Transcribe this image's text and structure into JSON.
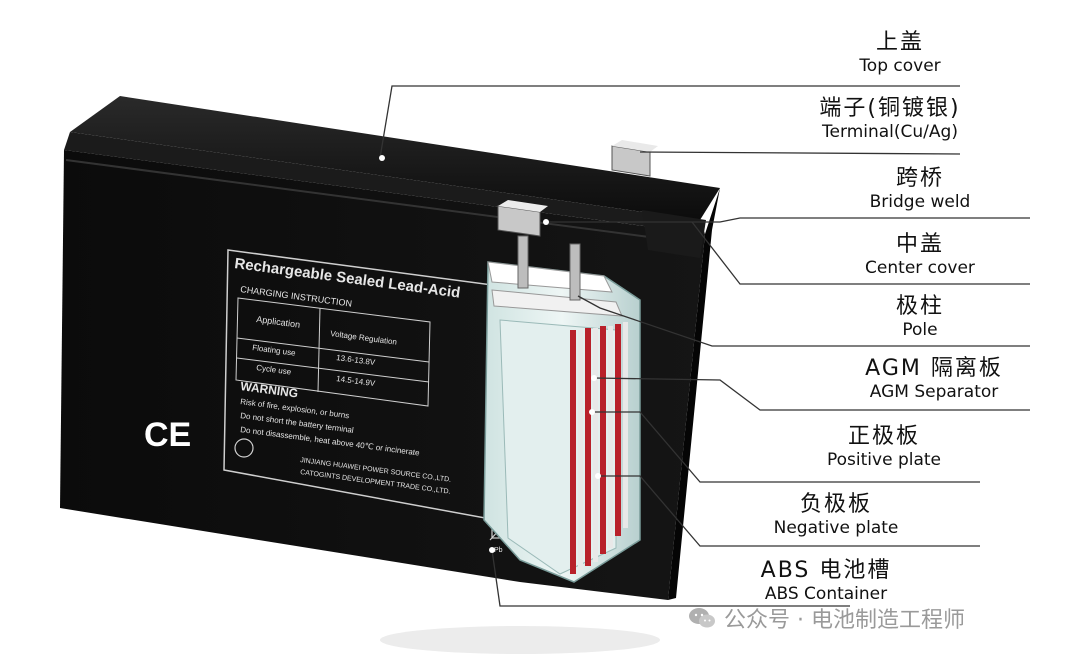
{
  "labels": [
    {
      "zh": "上盖",
      "en": "Top cover"
    },
    {
      "zh": "端子(铜镀银)",
      "en": "Terminal(Cu/Ag)"
    },
    {
      "zh": "跨桥",
      "en": "Bridge weld"
    },
    {
      "zh": "中盖",
      "en": "Center cover"
    },
    {
      "zh": "极柱",
      "en": "Pole"
    },
    {
      "zh": "AGM 隔离板",
      "en": "AGM Separator"
    },
    {
      "zh": "正极板",
      "en": "Positive plate"
    },
    {
      "zh": "负极板",
      "en": "Negative plate"
    },
    {
      "zh": "ABS 电池槽",
      "en": "ABS Container"
    }
  ],
  "battery_label": {
    "heading": "Rechargeable Sealed Lead-Acid",
    "sub": "CHARGING INSTRUCTION",
    "col1": "Application",
    "col2": "Voltage Regulation",
    "row1": "Floating use",
    "row1v": "13.6-13.8V",
    "row2": "Cycle use",
    "row2v": "14.5-14.9V",
    "warning": "WARNING",
    "w1": "Risk of fire, explosion, or burns",
    "w2": "Do not short the battery terminal",
    "w3": "Do not disassemble, heat above 40℃ or incinerate",
    "maker1": "JINJIANG HUAWEI POWER SOURCE CO.,LTD.",
    "maker2": "CATOGINTS DEVELOPMENT TRADE CO.,LTD.",
    "ce": "CE",
    "pb": "Pb"
  },
  "watermark": "公众号 · 电池制造工程师"
}
